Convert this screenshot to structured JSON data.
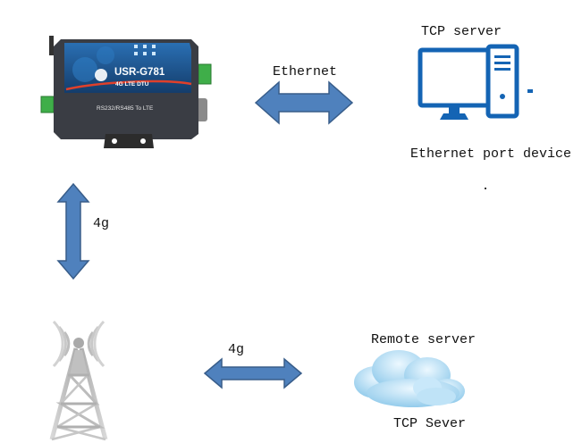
{
  "device": {
    "model": "USR-G781",
    "subtitle": "4G LTE DTU",
    "tagline": "RS232/RS485 To LTE"
  },
  "labels": {
    "tcp_server": "TCP server",
    "ethernet": "Ethernet",
    "ethernet_port_device": "Ethernet port device",
    "link_4g_vertical": "4g",
    "link_4g_horizontal": "4g",
    "remote_server": "Remote server",
    "tcp_sever": "TCP Sever"
  },
  "colors": {
    "arrow_fill": "#4f81bd",
    "arrow_stroke": "#385d8a",
    "monitor_blue": "#1464b4",
    "device_body": "#1f4f86",
    "cloud_light": "#d8eefb",
    "cloud_mid": "#9fd2f0",
    "tower_gray": "#b9b9b9"
  }
}
